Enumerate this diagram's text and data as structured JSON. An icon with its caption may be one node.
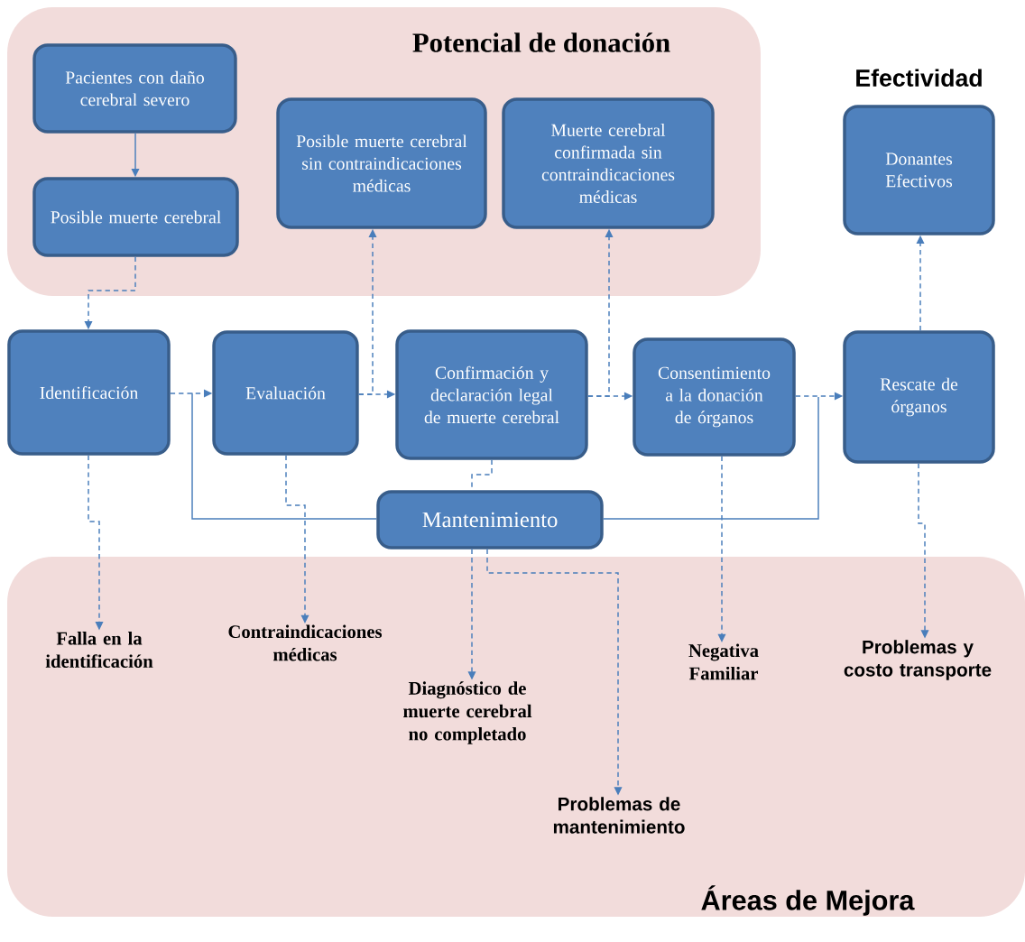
{
  "diagram": {
    "nodes": [
      {
        "text": [
          "Potencial de donación"
        ]
      },
      {
        "text": [
          "Pacientes con daño cerebral severo"
        ],
        "in": 0
      },
      {
        "text": [
          "Posible muerte cerebral"
        ],
        "in": 0
      },
      {
        "text": [
          "Posible muerte cerebral sin contraindicaciones médicas"
        ],
        "in": 0
      },
      {
        "text": [
          "Muerte cerebral confirmada sin contraindicaciones médicas"
        ],
        "in": 0
      },
      {
        "text": [
          "Donantes Efectivos"
        ],
        "beside": [
          "Efectividad"
        ]
      },
      {
        "text": [
          "Identificación"
        ]
      },
      {
        "text": [
          "Evaluación"
        ]
      },
      {
        "text": [
          "Confirmación y declaración legal de muerte cerebral"
        ]
      },
      {
        "text": [
          "Consentimiento a la donación de órganos"
        ]
      },
      {
        "text": [
          "Rescate de órganos"
        ]
      },
      {
        "text": [
          "Mantenimiento"
        ]
      },
      {
        "text": [
          "Áreas de Mejora"
        ]
      },
      {
        "text": [
          "Falla en la identificación"
        ],
        "in": 12
      },
      {
        "text": [
          "Contraindicaciones médicas"
        ],
        "in": 12
      },
      {
        "text": [
          "Diagnóstico de muerte cerebral no completado"
        ],
        "in": 12
      },
      {
        "text": [
          "Problemas de mantenimiento"
        ],
        "in": 12
      },
      {
        "text": [
          "Negativa Familiar"
        ],
        "in": 12
      },
      {
        "text": [
          "Problemas y costo transporte"
        ],
        "in": 12
      }
    ],
    "edges": [
      {
        "from": 1,
        "to": 2,
        "arrow": "to"
      },
      {
        "from": 2,
        "to": 6,
        "arrow": "to",
        "style": "dashed"
      },
      {
        "from": 6,
        "to": 7,
        "arrow": "to",
        "style": "dashed"
      },
      {
        "from": 7,
        "to": 8,
        "arrow": "to",
        "style": "dashed"
      },
      {
        "from": 7,
        "to": 3,
        "arrow": "to",
        "style": "dashed"
      },
      {
        "from": 8,
        "to": 9,
        "arrow": "to",
        "style": "dashed"
      },
      {
        "from": 8,
        "to": 4,
        "arrow": "to",
        "style": "dashed"
      },
      {
        "from": 9,
        "to": 10,
        "arrow": "to",
        "style": "dashed"
      },
      {
        "from": 10,
        "to": 5,
        "arrow": "to",
        "style": "dashed"
      },
      {
        "from": 11,
        "to": 7,
        "arrow": "none"
      },
      {
        "from": 11,
        "to": 10,
        "arrow": "none"
      },
      {
        "from": 6,
        "to": 13,
        "arrow": "to",
        "style": "dashed"
      },
      {
        "from": 7,
        "to": 14,
        "arrow": "to",
        "style": "dashed"
      },
      {
        "from": 8,
        "to": 11,
        "arrow": "none",
        "style": "dashed"
      },
      {
        "from": 11,
        "to": 15,
        "arrow": "to",
        "style": "dashed"
      },
      {
        "from": 11,
        "to": 16,
        "arrow": "to",
        "style": "dashed"
      },
      {
        "from": 9,
        "to": 17,
        "arrow": "to",
        "style": "dashed"
      },
      {
        "from": 10,
        "to": 18,
        "arrow": "to",
        "style": "dashed"
      }
    ]
  }
}
